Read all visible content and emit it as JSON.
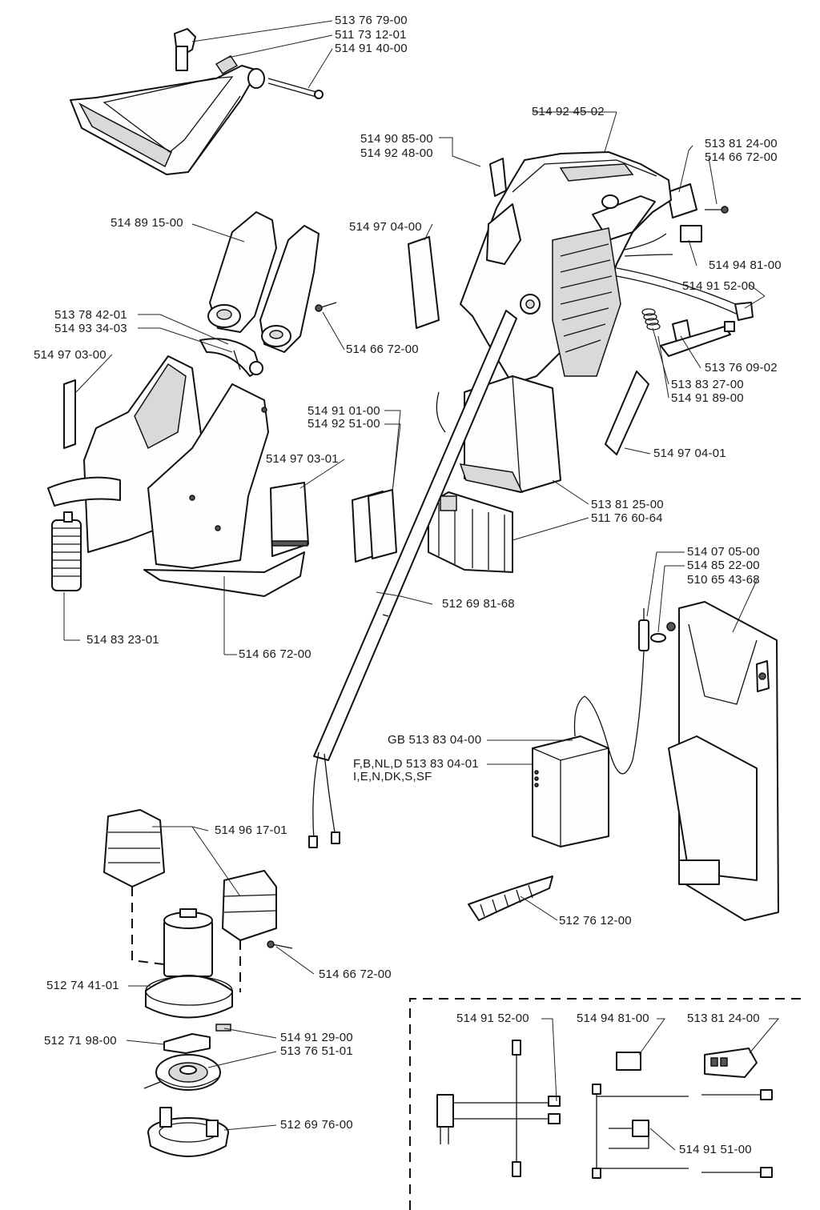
{
  "labels": {
    "l01": "513 76 79-00",
    "l02": "511 73 12-01",
    "l03": "514 91 40-00",
    "l04": "514 92 45-02",
    "l05": "514 90 85-00",
    "l06": "514 92 48-00",
    "l07": "513 81 24-00",
    "l08": "514 66 72-00",
    "l09": "514 89 15-00",
    "l10": "514 97 04-00",
    "l11": "514 94 81-00",
    "l12": "514 91 52-00",
    "l13": "513 78 42-01",
    "l14": "514 93 34-03",
    "l15": "514 66 72-00",
    "l16": "514 97 03-00",
    "l17": "513 76 09-02",
    "l18": "513 83 27-00",
    "l19": "514 91 89-00",
    "l20": "514 91 01-00",
    "l21": "514 92 51-00",
    "l22": "514 97 03-01",
    "l23": "514 97 04-01",
    "l24": "513 81 25-00",
    "l25": "511 76 60-64",
    "l26": "514 07 05-00",
    "l27": "514 85 22-00",
    "l28": "510 65 43-68",
    "l29": "512 69 81-68",
    "l30": "514 83 23-01",
    "l31": "514 66 72-00",
    "l32": "GB 513 83 04-00",
    "l33": "F,B,NL,D 513 83 04-01",
    "l34": "I,E,N,DK,S,SF",
    "l35": "514 96 17-01",
    "l36": "512 76 12-00",
    "l37": "514 66 72-00",
    "l38": "512 74 41-01",
    "l39": "514 91 29-00",
    "l40": "512 71 98-00",
    "l41": "513 76 51-01",
    "l42": "512 69 76-00",
    "l43": "514 91 52-00",
    "l44": "514 94 81-00",
    "l45": "513 81 24-00",
    "l46": "514 91 51-00"
  }
}
